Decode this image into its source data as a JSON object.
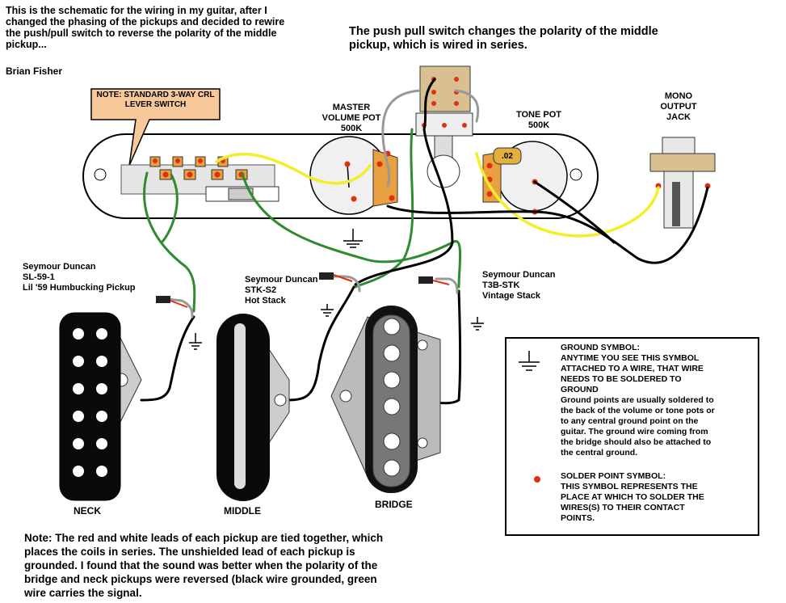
{
  "header": {
    "intro": "This is the schematic for the wiring in my guitar, after I\nchanged the phasing of the pickups and decided to rewire\nthe push/pull switch to reverse the polarity of the middle\npickup...",
    "author": "Brian Fisher",
    "push_pull_note": "The push pull switch changes the polarity of the middle\npickup, which is wired in series."
  },
  "callout": {
    "text": "NOTE: STANDARD 3-WAY\nCRL LEVER SWITCH"
  },
  "controls": {
    "master_volume": "MASTER\nVOLUME POT\n500K",
    "tone_pot": "TONE POT\n500K",
    "cap_value": ".02",
    "output_jack": "MONO\nOUTPUT\nJACK"
  },
  "pickups": {
    "neck_desc": "Seymour Duncan\nSL-59-1\nLil '59 Humbucking Pickup",
    "middle_desc": "Seymour Duncan\nSTK-S2\nHot Stack",
    "bridge_desc": "Seymour Duncan\nT3B-STK\nVintage Stack",
    "neck_label": "NECK",
    "middle_label": "MIDDLE",
    "bridge_label": "BRIDGE"
  },
  "legend": {
    "ground_text": "GROUND SYMBOL:\nANYTIME YOU SEE THIS SYMBOL\nATTACHED TO A WIRE, THAT WIRE\nNEEDS TO BE SOLDERED TO\nGROUND\nGround points are usually soldered to\nthe back of the volume or tone pots or\nto any central ground point on the\nguitar. The ground wire coming from\nthe bridge should also be attached to\nthe central ground.",
    "solder_text": "SOLDER POINT SYMBOL:\nTHIS SYMBOL REPRESENTS THE\nPLACE AT WHICH TO SOLDER THE\nWIRES(S) TO THEIR CONTACT\nPOINTS."
  },
  "footer": {
    "note": "Note:  The red and white leads of each pickup are tied together, which\nplaces the coils in series.  The unshielded lead of each pickup is\ngrounded.  I found that the sound was better when the polarity of the\nbridge and neck pickups were reversed (black wire grounded, green\nwire carries the signal."
  },
  "colors": {
    "wire_green": "#2e8b2e",
    "wire_yellow": "#f2ee2a",
    "wire_black": "#000000",
    "wire_gray": "#999999",
    "solder_red": "#e03010",
    "lug_orange": "#e8a040",
    "callout_fill": "#f7c89a"
  }
}
